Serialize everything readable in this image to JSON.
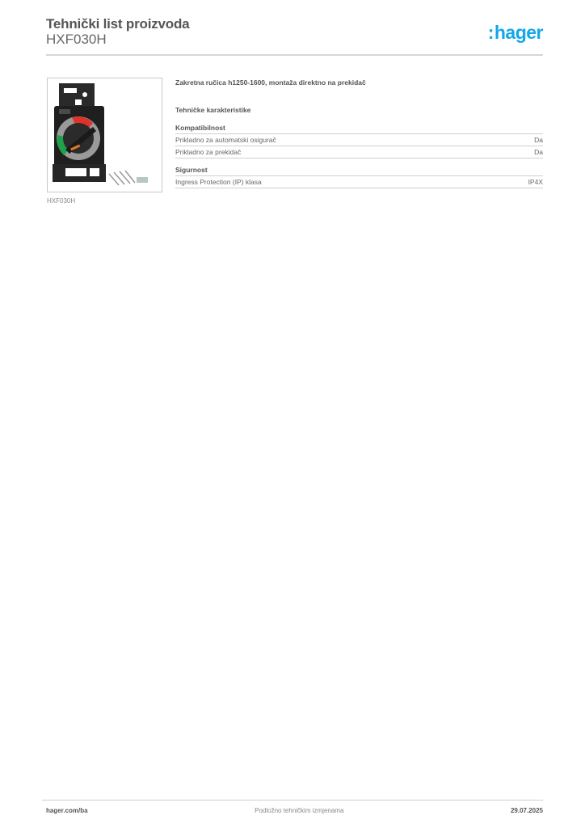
{
  "header": {
    "title": "Tehnički list proizvoda",
    "product_code": "HXF030H",
    "logo_colon": ":",
    "logo_text": "hager",
    "logo_color": "#12a7e8"
  },
  "product": {
    "image_icon": "rotary-handle-product-image",
    "image_caption": "HXF030H",
    "description": "Zakretna ručica h1250-1600, montaža direktno na prekidač"
  },
  "specs": {
    "heading": "Tehničke karakteristike",
    "groups": [
      {
        "title": "Kompatibilnost",
        "rows": [
          {
            "label": "Prikladno za automatski osigurač",
            "value": "Da"
          },
          {
            "label": "Prikladno za prekidač",
            "value": "Da"
          }
        ]
      },
      {
        "title": "Sigurnost",
        "rows": [
          {
            "label": "Ingress Protection (IP) klasa",
            "value": "IP4X"
          }
        ]
      }
    ]
  },
  "footer": {
    "website": "hager.com/ba",
    "notice": "Podložno tehničkim izmjenama",
    "date": "29.07.2025"
  }
}
